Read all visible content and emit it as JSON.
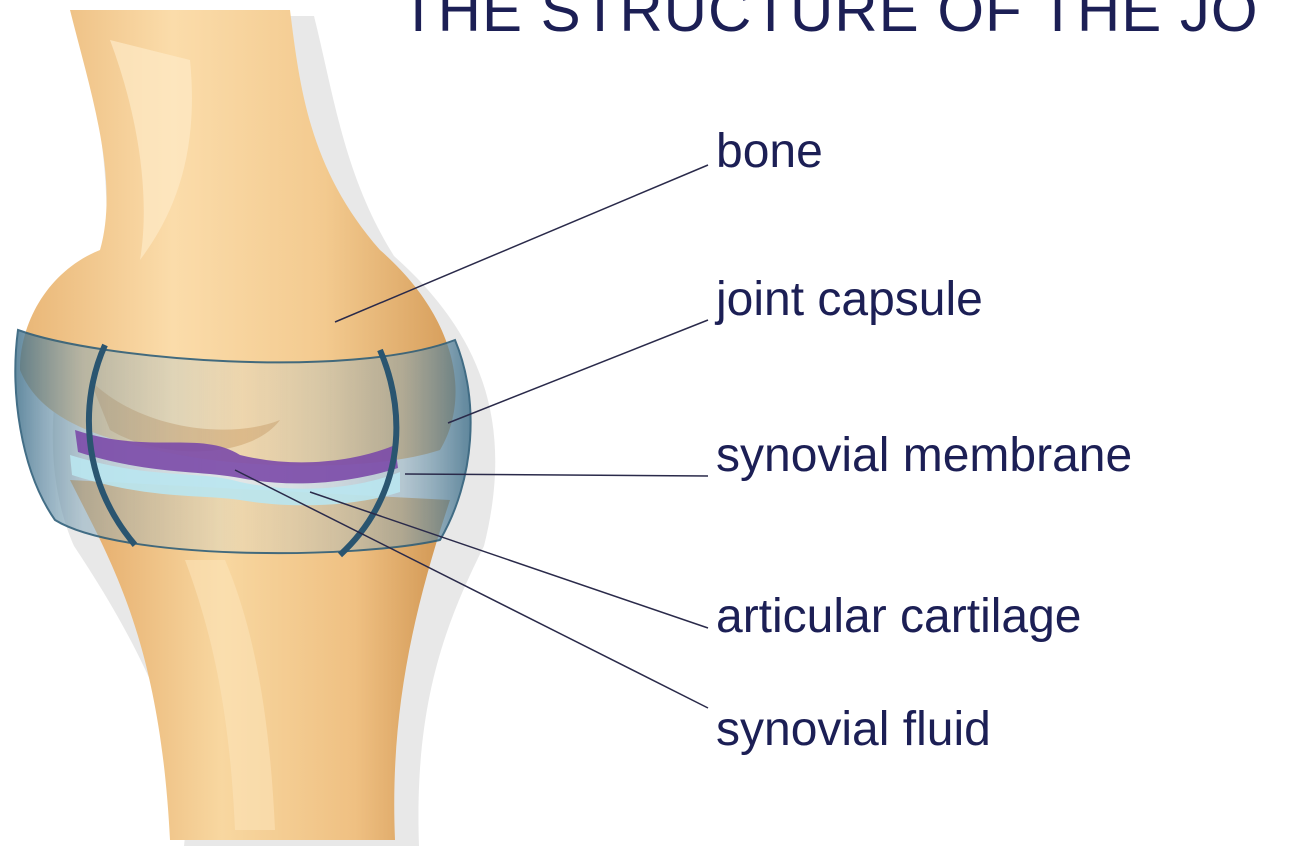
{
  "title": "THE STRUCTURE OF THE JO",
  "labels": {
    "bone": "bone",
    "joint_capsule": "joint capsule",
    "synovial_membrane": "synovial membrane",
    "articular_cartilage": "articular cartilage",
    "synovial_fluid": "synovial fluid"
  },
  "colors": {
    "text": "#1c1f55",
    "bone": "#f1c98a",
    "bone_shadow": "#d9a563",
    "capsule": "#5a86a6",
    "membrane": "#7a4aa6",
    "cartilage": "#a9dce8",
    "leader_line": "#2a2a4a"
  }
}
